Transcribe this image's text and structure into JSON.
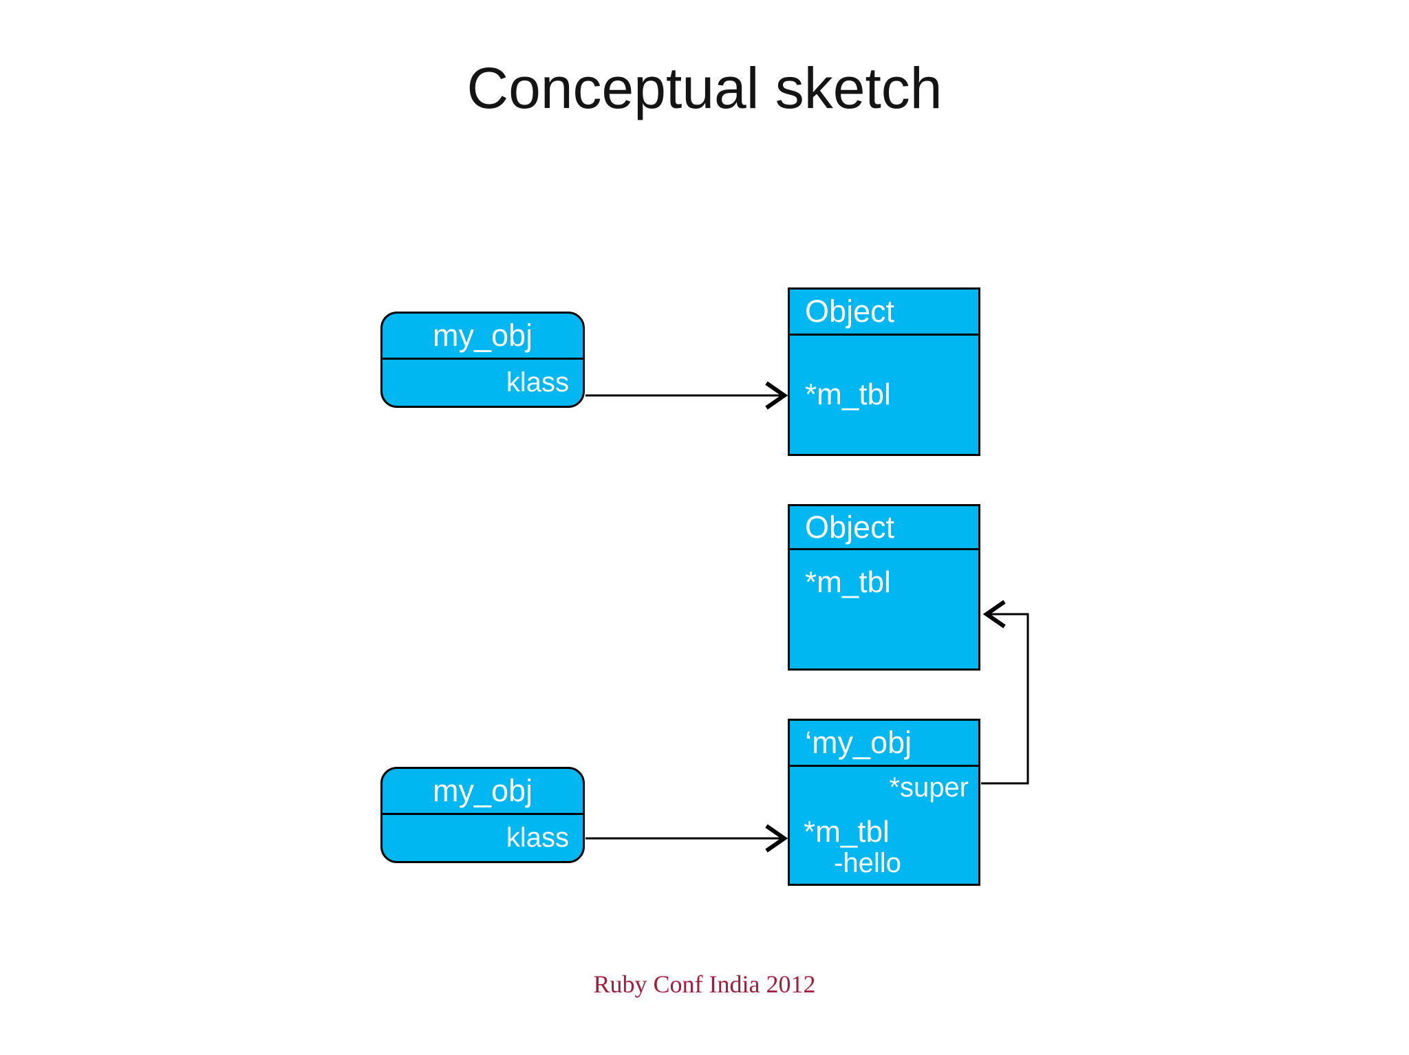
{
  "slide": {
    "title": "Conceptual sketch",
    "footer": "Ruby Conf India 2012"
  },
  "colors": {
    "background": "#ffffff",
    "box_fill": "#00b7f2",
    "box_border": "#000000",
    "box_text": "#ffffff",
    "title_text": "#141414",
    "footer_text": "#a41c3c",
    "connector": "#000000"
  },
  "diagram": {
    "nodes": {
      "my_obj_top": {
        "shape": "rounded",
        "title": "my_obj",
        "fields": [
          {
            "label": "klass"
          }
        ]
      },
      "object_top": {
        "shape": "rect",
        "title": "Object",
        "fields": [
          {
            "label": "*m_tbl"
          }
        ]
      },
      "object_mid": {
        "shape": "rect",
        "title": "Object",
        "fields": [
          {
            "label": "*m_tbl"
          }
        ]
      },
      "my_obj_meta": {
        "shape": "rect",
        "title": "‘my_obj",
        "fields": [
          {
            "label": "*super"
          },
          {
            "label": "*m_tbl"
          },
          {
            "label": "-hello"
          }
        ]
      },
      "my_obj_bottom": {
        "shape": "rounded",
        "title": "my_obj",
        "fields": [
          {
            "label": "klass"
          }
        ]
      }
    },
    "edges": [
      {
        "from": "my_obj_top.klass",
        "to": "object_top",
        "style": "arrow-right"
      },
      {
        "from": "my_obj_bottom.klass",
        "to": "my_obj_meta",
        "style": "arrow-right"
      },
      {
        "from": "my_obj_meta.*super",
        "to": "object_mid",
        "style": "elbow-arrow-up"
      }
    ]
  }
}
